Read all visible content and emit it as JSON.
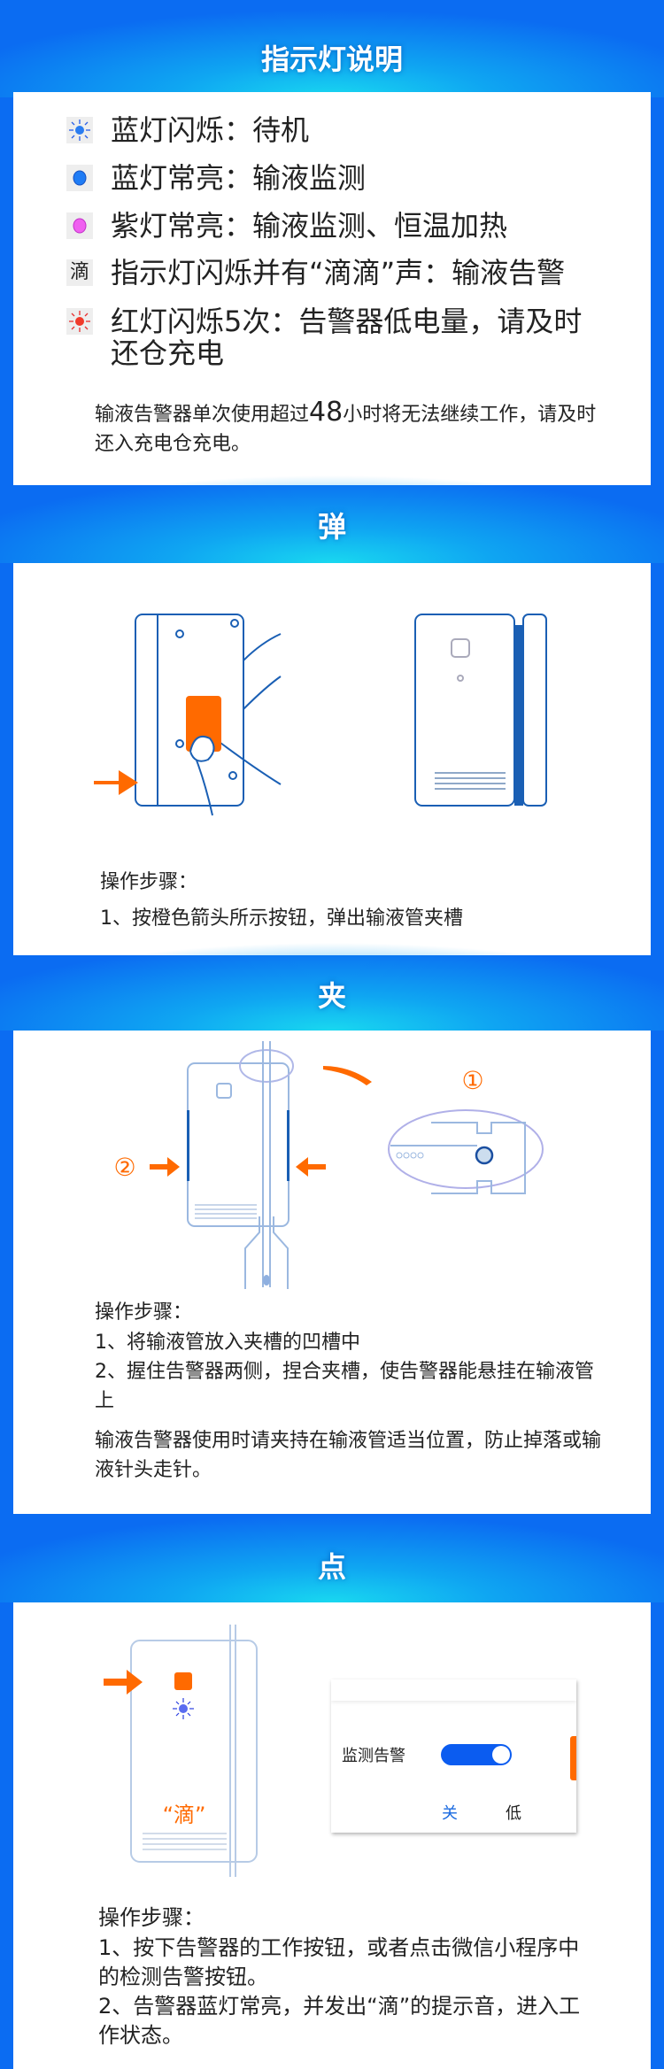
{
  "colors": {
    "background": "#0b6cf2",
    "accent_orange": "#ff6a00",
    "device_blue": "#1a5fb4",
    "toggle_blue": "#0b5cf0"
  },
  "section1": {
    "title": "指示灯说明",
    "items": [
      {
        "icon": "blue-blink-icon",
        "text": "蓝灯闪烁：待机"
      },
      {
        "icon": "blue-solid-icon",
        "text": "蓝灯常亮：输液监测"
      },
      {
        "icon": "purple-solid-icon",
        "text": "紫灯常亮：输液监测、恒温加热"
      },
      {
        "icon": "di-sound-icon",
        "icon_text": "滴",
        "text": "指示灯闪烁并有“滴滴”声：输液告警"
      },
      {
        "icon": "red-blink-icon",
        "text": "红灯闪烁5次：告警器低电量，请及时还仓充电"
      }
    ],
    "note_a": "输液告警器单次使用超过",
    "note_num": "48",
    "note_b": "小时将无法继续工作，请及时还入充电仓充电。"
  },
  "section2": {
    "title": "弹",
    "steps_label": "操作步骤：",
    "steps": [
      "1、按橙色箭头所示按钮，弹出输液管夹槽"
    ]
  },
  "section3": {
    "title": "夹",
    "label_1": "①",
    "label_2": "②",
    "steps_label": "操作步骤：",
    "steps": [
      "1、将输液管放入夹槽的凹槽中",
      "2、握住告警器两侧，捏合夹槽，使告警器能悬挂在输液管上"
    ],
    "note": "输液告警器使用时请夹持在输液管适当位置，防止掉落或输液针头走针。"
  },
  "section4": {
    "title": "点",
    "sound_label": "“滴”",
    "panel": {
      "toggle_label": "监测告警",
      "toggle_on": true,
      "option_off": "关",
      "option_low": "低"
    },
    "steps_label": "操作步骤：",
    "steps": [
      "1、按下告警器的工作按钮，或者点击微信小程序中的检测告警按钮。",
      "2、告警器蓝灯常亮，并发出“滴”的提示音，进入工作状态。"
    ]
  }
}
